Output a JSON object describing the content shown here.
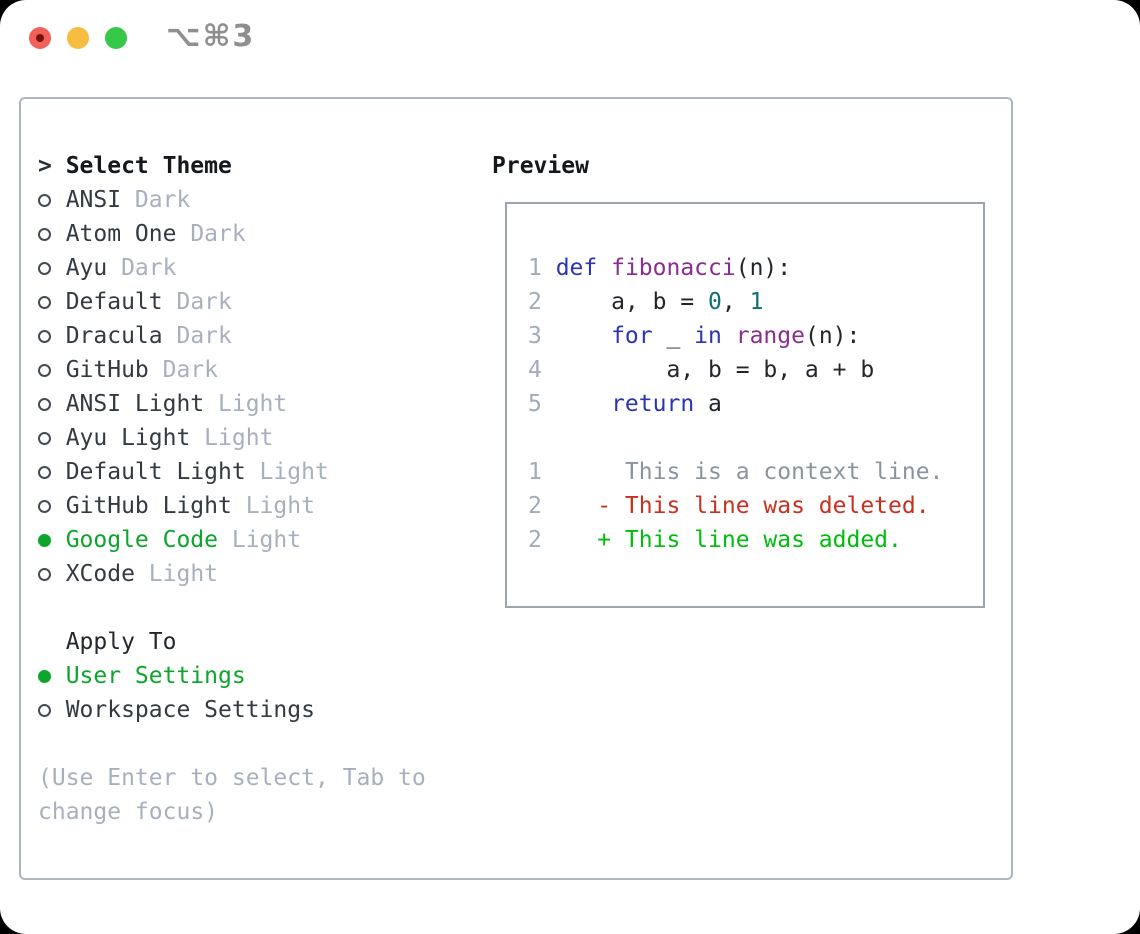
{
  "window": {
    "title": "⌥⌘3",
    "traffic_lights": [
      {
        "icon": "close-icon",
        "color": "#f2605a",
        "inner_dot_color": "#7a100a"
      },
      {
        "icon": "minimize-icon",
        "color": "#f6be40"
      },
      {
        "icon": "zoom-icon",
        "color": "#34c748"
      }
    ]
  },
  "theme_panel": {
    "prompt": ">",
    "select_label": "Select Theme",
    "themes": [
      {
        "name": "ANSI",
        "tag": "Dark",
        "selected": false
      },
      {
        "name": "Atom One",
        "tag": "Dark",
        "selected": false
      },
      {
        "name": "Ayu",
        "tag": "Dark",
        "selected": false
      },
      {
        "name": "Default",
        "tag": "Dark",
        "selected": false
      },
      {
        "name": "Dracula",
        "tag": "Dark",
        "selected": false
      },
      {
        "name": "GitHub",
        "tag": "Dark",
        "selected": false
      },
      {
        "name": "ANSI Light",
        "tag": "Light",
        "selected": false
      },
      {
        "name": "Ayu Light",
        "tag": "Light",
        "selected": false
      },
      {
        "name": "Default Light",
        "tag": "Light",
        "selected": false
      },
      {
        "name": "GitHub Light",
        "tag": "Light",
        "selected": false
      },
      {
        "name": "Google Code",
        "tag": "Light",
        "selected": true
      },
      {
        "name": "XCode",
        "tag": "Light",
        "selected": false
      }
    ],
    "apply_to": {
      "label": "Apply To",
      "options": [
        {
          "name": "User Settings",
          "selected": true
        },
        {
          "name": "Workspace Settings",
          "selected": false
        }
      ]
    },
    "hint": "(Use Enter to select, Tab to change focus)"
  },
  "preview": {
    "label": "Preview",
    "code_lines": [
      {
        "num": "1",
        "tokens": [
          [
            "kw",
            "def"
          ],
          [
            "pl",
            " "
          ],
          [
            "fn",
            "fibonacci"
          ],
          [
            "pl",
            "(n):"
          ]
        ]
      },
      {
        "num": "2",
        "tokens": [
          [
            "pl",
            "    a, b = "
          ],
          [
            "num",
            "0"
          ],
          [
            "pl",
            ", "
          ],
          [
            "num",
            "1"
          ]
        ]
      },
      {
        "num": "3",
        "tokens": [
          [
            "pl",
            "    "
          ],
          [
            "kw",
            "for"
          ],
          [
            "pl",
            " _ "
          ],
          [
            "kw",
            "in"
          ],
          [
            "pl",
            " "
          ],
          [
            "fn",
            "range"
          ],
          [
            "pl",
            "(n):"
          ]
        ]
      },
      {
        "num": "4",
        "tokens": [
          [
            "pl",
            "        a, b = b, a + b"
          ]
        ]
      },
      {
        "num": "5",
        "tokens": [
          [
            "pl",
            "    "
          ],
          [
            "kw",
            "return"
          ],
          [
            "pl",
            " a"
          ]
        ]
      }
    ],
    "diff_lines": [
      {
        "num": "1",
        "cls": "ctx",
        "text": "     This is a context line."
      },
      {
        "num": "2",
        "cls": "del",
        "text": "   - This line was deleted."
      },
      {
        "num": "2",
        "cls": "add",
        "text": "   + This line was added."
      }
    ]
  },
  "colors": {
    "accent_green": "#0ba62b",
    "diff_added": "#00bd0c",
    "diff_deleted": "#c8311f",
    "diff_context": "#8b939e",
    "syntax_keyword": "#2b35b2",
    "syntax_function": "#8b2d90",
    "syntax_number": "#0e7070",
    "code_text": "#22262b",
    "text": "#333a42",
    "muted": "#a8b0bd",
    "line_number": "#a2abb8",
    "panel_border": "#adb5c0",
    "preview_border": "#9ba4af",
    "title_gray": "#8f8f8f"
  }
}
